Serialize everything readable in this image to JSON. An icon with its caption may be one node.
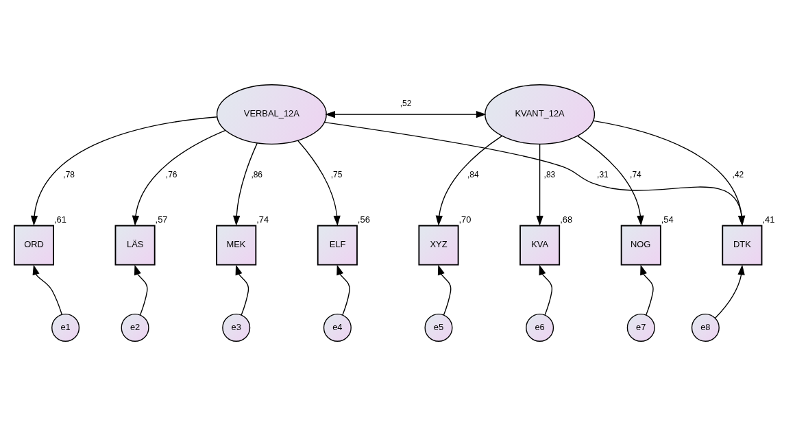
{
  "diagram": {
    "nodes": [
      {
        "text": [
          "VERBAL_12A"
        ]
      },
      {
        "text": [
          "KVANT_12A"
        ]
      },
      {
        "text": [
          "ORD"
        ],
        "beside": [
          ",61"
        ]
      },
      {
        "text": [
          "LÄS"
        ],
        "beside": [
          ",57"
        ]
      },
      {
        "text": [
          "MEK"
        ],
        "beside": [
          ",74"
        ]
      },
      {
        "text": [
          "ELF"
        ],
        "beside": [
          ",56"
        ]
      },
      {
        "text": [
          "XYZ"
        ],
        "beside": [
          ",70"
        ]
      },
      {
        "text": [
          "KVA"
        ],
        "beside": [
          ",68"
        ]
      },
      {
        "text": [
          "NOG"
        ],
        "beside": [
          ",54"
        ]
      },
      {
        "text": [
          "DTK"
        ],
        "beside": [
          ",41"
        ]
      },
      {
        "text": [
          "e1"
        ]
      },
      {
        "text": [
          "e2"
        ]
      },
      {
        "text": [
          "e3"
        ]
      },
      {
        "text": [
          "e4"
        ]
      },
      {
        "text": [
          "e5"
        ]
      },
      {
        "text": [
          "e6"
        ]
      },
      {
        "text": [
          "e7"
        ]
      },
      {
        "text": [
          "e8"
        ]
      }
    ],
    "edges": [
      {
        "from": 0,
        "to": 1,
        "arrow": "both",
        "label": ",52"
      },
      {
        "from": 0,
        "to": 2,
        "arrow": "to",
        "label": ",78"
      },
      {
        "from": 0,
        "to": 3,
        "arrow": "to",
        "label": ",76"
      },
      {
        "from": 0,
        "to": 4,
        "arrow": "to",
        "label": ",86"
      },
      {
        "from": 0,
        "to": 5,
        "arrow": "to",
        "label": ",75"
      },
      {
        "from": 0,
        "to": 9,
        "arrow": "to",
        "label": ",31"
      },
      {
        "from": 1,
        "to": 6,
        "arrow": "to",
        "label": ",84"
      },
      {
        "from": 1,
        "to": 7,
        "arrow": "to",
        "label": ",83"
      },
      {
        "from": 1,
        "to": 8,
        "arrow": "to",
        "label": ",74"
      },
      {
        "from": 1,
        "to": 9,
        "arrow": "to",
        "label": ",42"
      },
      {
        "from": 10,
        "to": 2,
        "arrow": "to"
      },
      {
        "from": 11,
        "to": 3,
        "arrow": "to"
      },
      {
        "from": 12,
        "to": 4,
        "arrow": "to"
      },
      {
        "from": 13,
        "to": 5,
        "arrow": "to"
      },
      {
        "from": 14,
        "to": 6,
        "arrow": "to"
      },
      {
        "from": 15,
        "to": 7,
        "arrow": "to"
      },
      {
        "from": 16,
        "to": 8,
        "arrow": "to"
      },
      {
        "from": 17,
        "to": 9,
        "arrow": "to"
      }
    ]
  }
}
